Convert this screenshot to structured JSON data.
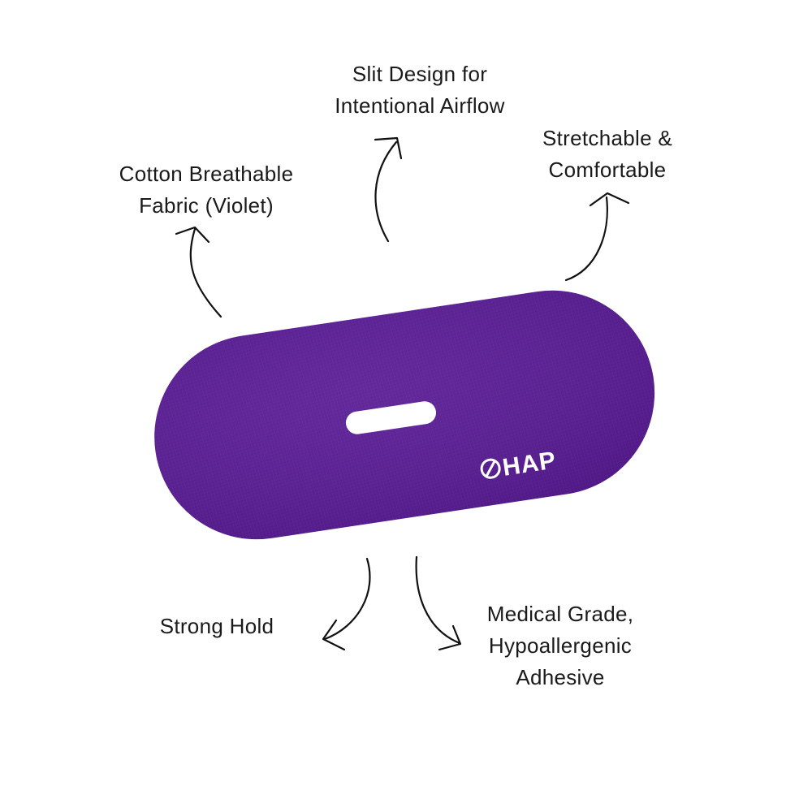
{
  "colors": {
    "patch": "#5a1c96",
    "patch_shadow": "#4a137f",
    "text": "#1a1a1a",
    "background": "#ffffff"
  },
  "labels": {
    "slit_design": [
      "Slit Design for",
      "Intentional Airflow"
    ],
    "stretchable": [
      "Stretchable &",
      "Comfortable"
    ],
    "cotton_fabric": [
      "Cotton Breathable",
      "Fabric (Violet)"
    ],
    "strong_hold": [
      "Strong Hold"
    ],
    "medical_grade": [
      "Medical Grade,",
      "Hypoallergenic",
      "Adhesive"
    ]
  },
  "product": {
    "brand_mark": "HAP",
    "brand_icon": "circle-slash-logo-icon"
  },
  "icons": [
    "curved-arrow-icon"
  ]
}
